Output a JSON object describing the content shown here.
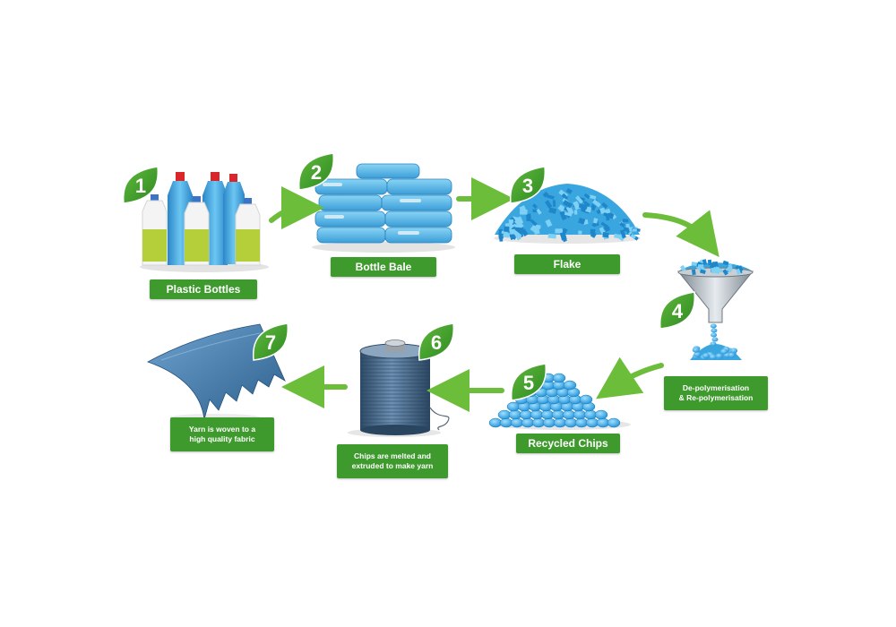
{
  "colors": {
    "badge_green": "#3f9a2e",
    "arrow_green": "#6bbd3a",
    "plastic_blue": "#3aa6e0",
    "bottle_green": "#b5cf3a"
  },
  "steps": [
    {
      "number": "1",
      "label": "Plastic Bottles",
      "icon": "plastic-bottles-icon"
    },
    {
      "number": "2",
      "label": "Bottle Bale",
      "icon": "bottle-bale-icon"
    },
    {
      "number": "3",
      "label": "Flake",
      "icon": "flake-pile-icon"
    },
    {
      "number": "4",
      "label": "De-polymerisation\n& Re-polymerisation",
      "icon": "funnel-icon"
    },
    {
      "number": "5",
      "label": "Recycled Chips",
      "icon": "chips-pile-icon"
    },
    {
      "number": "6",
      "label": "Chips are melted and\nextruded to make yarn",
      "icon": "yarn-spool-icon"
    },
    {
      "number": "7",
      "label": "Yarn is woven to  a\nhigh quality fabric",
      "icon": "fabric-sheet-icon"
    }
  ]
}
